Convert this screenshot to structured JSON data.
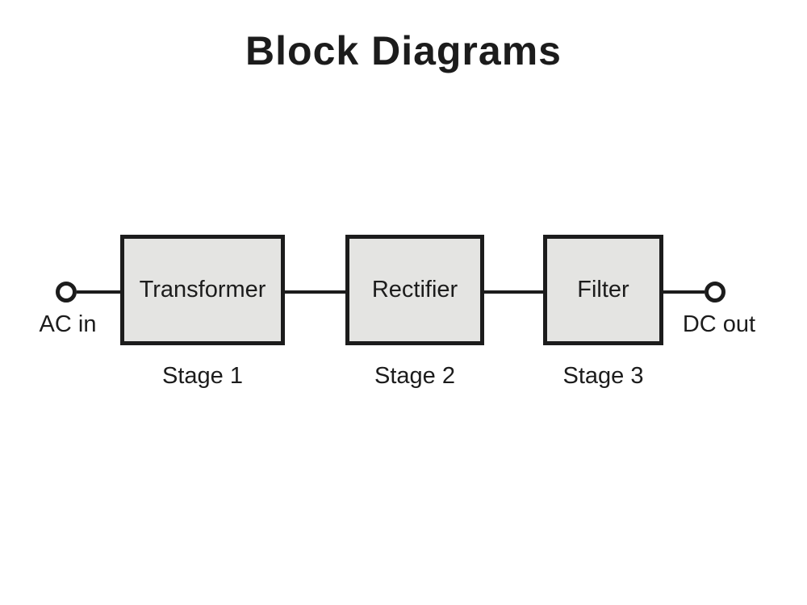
{
  "title": "Block Diagrams",
  "diagram": {
    "input_label": "AC in",
    "output_label": "DC out",
    "blocks": [
      {
        "label": "Transformer",
        "stage": "Stage 1"
      },
      {
        "label": "Rectifier",
        "stage": "Stage 2"
      },
      {
        "label": "Filter",
        "stage": "Stage 3"
      }
    ],
    "colors": {
      "stroke": "#1c1c1c",
      "block_fill": "#e4e4e2",
      "background": "#ffffff"
    }
  }
}
